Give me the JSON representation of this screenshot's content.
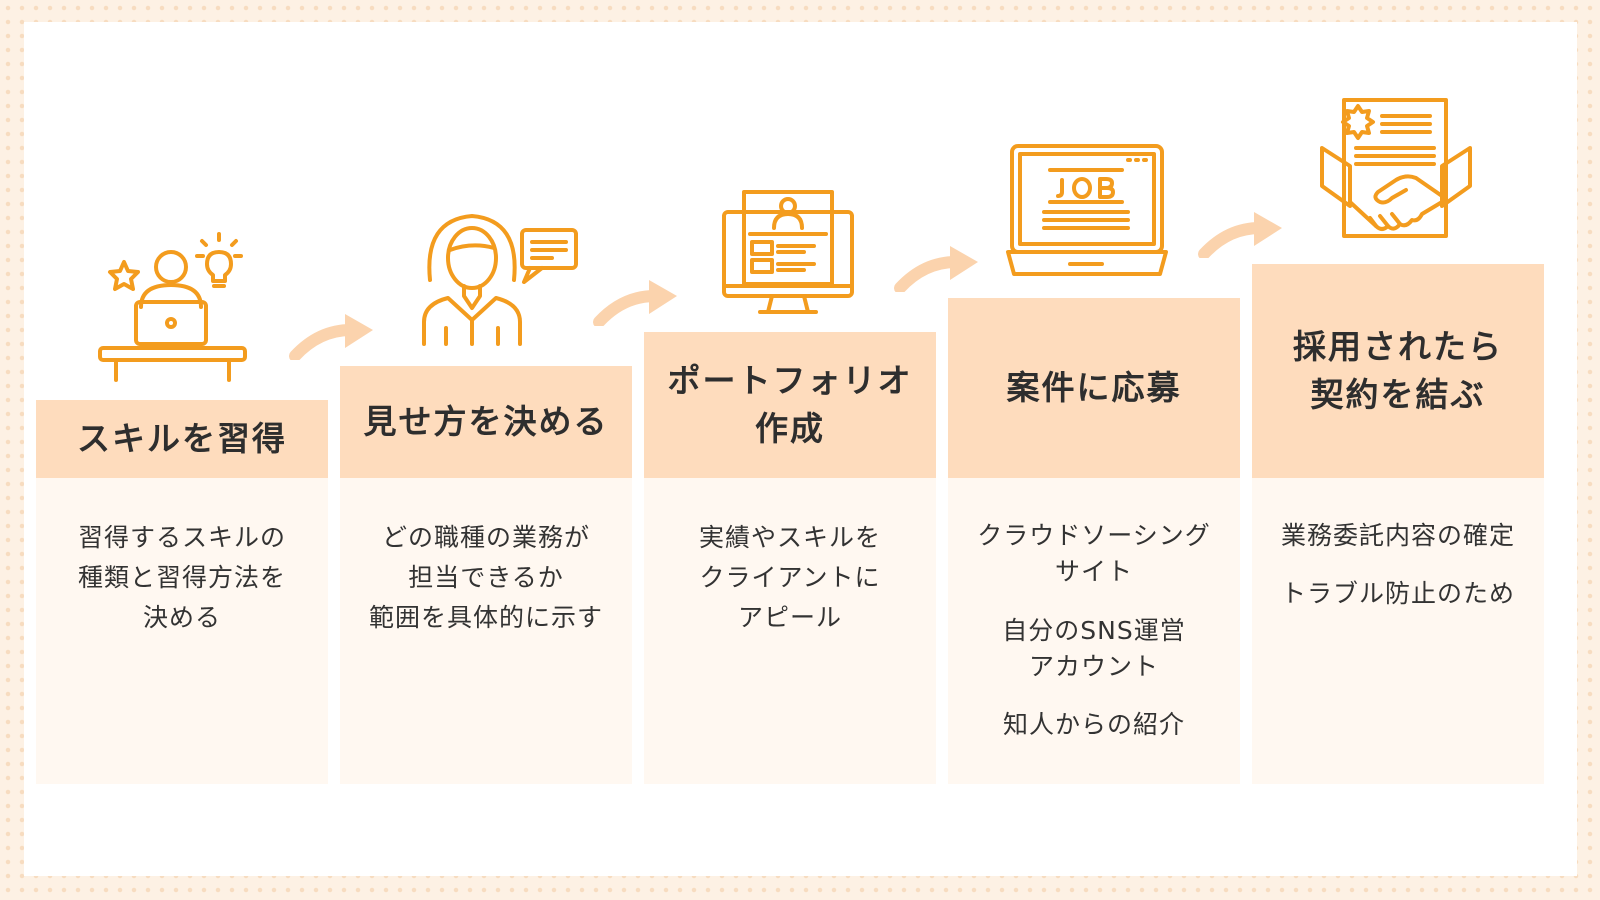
{
  "steps": [
    {
      "title": "スキルを習得",
      "icon": "learning-at-laptop-icon",
      "lines": [
        "習得するスキルの\n種類と習得方法を\n決める"
      ]
    },
    {
      "title": "見せ方を決める",
      "icon": "businesswoman-speech-icon",
      "lines": [
        "どの職種の業務が\n担当できるか\n範囲を具体的に示す"
      ]
    },
    {
      "title": "ポートフォリオ\n作成",
      "icon": "portfolio-monitor-icon",
      "lines": [
        "実績やスキルを\nクライアントに\nアピール"
      ]
    },
    {
      "title": "案件に応募",
      "icon": "job-laptop-icon",
      "lines": [
        "クラウドソーシング\nサイト",
        "自分のSNS運営\nアカウント",
        "知人からの紹介"
      ]
    },
    {
      "title": "採用されたら\n契約を結ぶ",
      "icon": "contract-handshake-icon",
      "lines": [
        "業務委託内容の確定",
        "トラブル防止のため"
      ]
    }
  ],
  "colors": {
    "accent": "#f39c1e",
    "head_bg": "#fedcbd",
    "body_bg": "#fff8f1",
    "arrow": "#fbd3ad"
  }
}
